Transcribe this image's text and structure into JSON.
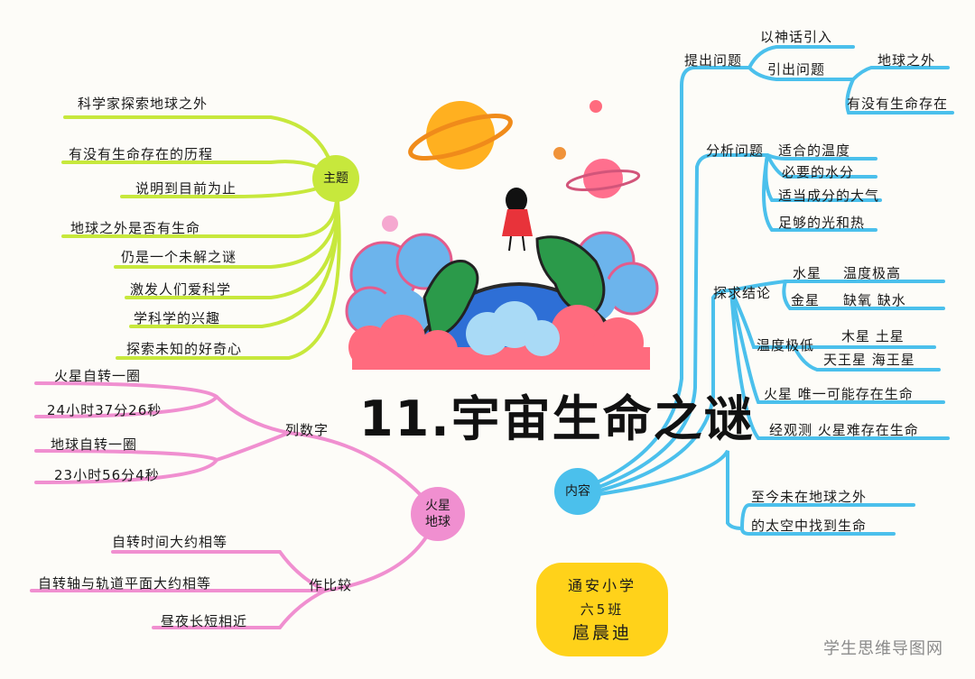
{
  "title": "11.宇宙生命之谜",
  "watermark": "学生思维导图网",
  "colors": {
    "green_branch": "#c7e83c",
    "pink_branch": "#f08fd0",
    "blue_branch": "#4bc0ec",
    "signature_bg": "#ffd21a"
  },
  "signature": {
    "school": "通安小学",
    "class": "六5班",
    "name": "扈晨迪"
  },
  "branch_theme": {
    "label": "主题",
    "items": [
      "科学家探索地球之外",
      "有没有生命存在的历程",
      "说明到目前为止",
      "地球之外是否有生命",
      "仍是一个未解之谜",
      "激发人们爱科学",
      "学科学的兴趣",
      "探索未知的好奇心"
    ]
  },
  "branch_mars": {
    "label_line1": "火星",
    "label_line2": "地球",
    "list_numbers": {
      "label": "列数字",
      "items": [
        "火星自转一圈",
        "24小时37分26秒",
        "地球自转一圈",
        "23小时56分4秒"
      ]
    },
    "compare": {
      "label": "作比较",
      "items": [
        "自转时间大约相等",
        "自转轴与轨道平面大约相等",
        "昼夜长短相近"
      ]
    }
  },
  "branch_content": {
    "label": "内容",
    "raise": {
      "label": "提出问题",
      "myth": "以神话引入",
      "lead": "引出问题",
      "beyond": "地球之外",
      "life_exists": "有没有生命存在"
    },
    "analyze": {
      "label": "分析问题",
      "items": [
        "适合的温度",
        "必要的水分",
        "适当成分的大气",
        "足够的光和热"
      ]
    },
    "conclude": {
      "label": "探求结论",
      "mercury": "水星",
      "mercury_desc": "温度极高",
      "venus": "金星",
      "venus_desc": "缺氧 缺水",
      "low_temp": "温度极低",
      "jupiter_saturn": "木星 土星",
      "uranus_neptune": "天王星 海王星",
      "mars_only": "火星 唯一可能存在生命",
      "observed": "经观测 火星难存在生命"
    },
    "final_line1": "至今未在地球之外",
    "final_line2": "的太空中找到生命"
  }
}
